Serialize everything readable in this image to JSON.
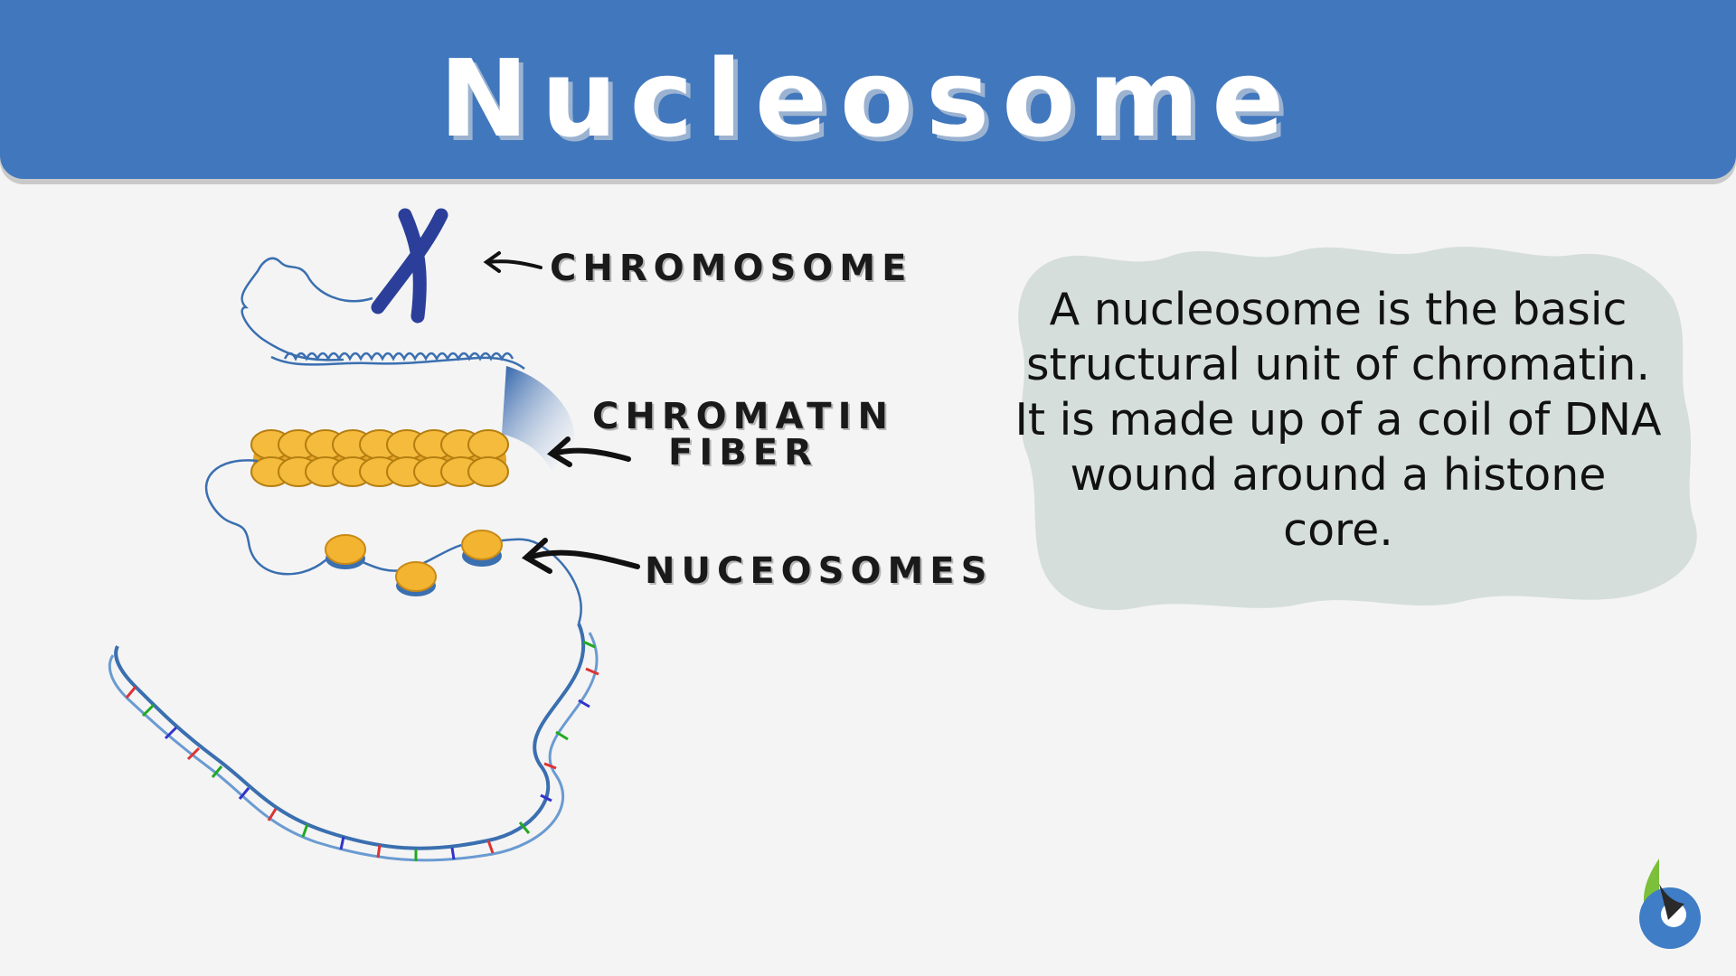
{
  "header": {
    "title": "Nucleosome"
  },
  "labels": {
    "chromosome": "CHROMOSOME",
    "chromatin_line1": "CHROMATIN",
    "chromatin_line2": "FIBER",
    "nucleosomes": "NUCEOSOMES"
  },
  "description": "A nucleosome is the basic structural unit of chromatin. It is made up of a coil of DNA wound around a histone core.",
  "colors": {
    "header": "#4177bd",
    "chromosome": "#2b3f9a",
    "histone": "#f2b431",
    "histone_dark": "#c98a16",
    "dna_backbone": "#3a6fb0",
    "cloud": "#d5dedb",
    "logo_green": "#7bbf3a",
    "logo_blue": "#3f7dc6"
  },
  "icons": {
    "logo": "biology-dictionary-logo-icon"
  }
}
